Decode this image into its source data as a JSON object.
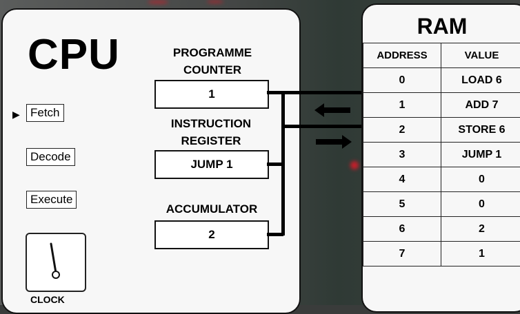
{
  "cpu": {
    "title": "CPU",
    "stages": {
      "fetch": "Fetch",
      "decode": "Decode",
      "execute": "Execute"
    },
    "current_stage_marker": "▶",
    "clock_label": "CLOCK"
  },
  "registers": {
    "program_counter": {
      "label_line1": "PROGRAMME",
      "label_line2": "COUNTER",
      "value": "1"
    },
    "instruction_register": {
      "label_line1": "INSTRUCTION",
      "label_line2": "REGISTER",
      "value": "JUMP 1"
    },
    "accumulator": {
      "label": "ACCUMULATOR",
      "value": "2"
    }
  },
  "ram": {
    "title": "RAM",
    "headers": {
      "address": "ADDRESS",
      "value": "VALUE"
    },
    "rows": [
      {
        "address": "0",
        "value": "LOAD 6"
      },
      {
        "address": "1",
        "value": "ADD 7"
      },
      {
        "address": "2",
        "value": "STORE 6"
      },
      {
        "address": "3",
        "value": "JUMP 1"
      },
      {
        "address": "4",
        "value": "0"
      },
      {
        "address": "5",
        "value": "0"
      },
      {
        "address": "6",
        "value": "2"
      },
      {
        "address": "7",
        "value": "1"
      }
    ]
  },
  "colors": {
    "panel": "#f7f7f7",
    "border": "#111111",
    "glow": "#c81e2a"
  }
}
